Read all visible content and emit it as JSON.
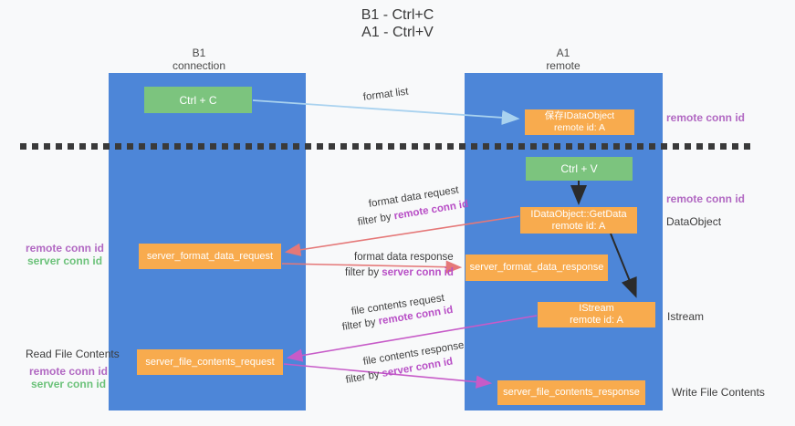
{
  "title": {
    "line1": "B1 - Ctrl+C",
    "line2": "A1 - Ctrl+V"
  },
  "lanes": {
    "left": {
      "name": "B1",
      "role": "connection"
    },
    "right": {
      "name": "A1",
      "role": "remote"
    }
  },
  "nodes": {
    "ctrl_c": {
      "label": "Ctrl + C"
    },
    "save_idataobject": {
      "line1": "保存IDataObject",
      "line2": "remote id: A"
    },
    "ctrl_v": {
      "label": "Ctrl + V"
    },
    "getdata": {
      "line1": "IDataObject::GetData",
      "line2": "remote id: A"
    },
    "server_format_data_request": {
      "label": "server_format_data_request"
    },
    "server_format_data_response": {
      "label": "server_format_data_response"
    },
    "istream": {
      "line1": "IStream",
      "line2": "remote id: A"
    },
    "server_file_contents_request": {
      "label": "server_file_contents_request"
    },
    "server_file_contents_response": {
      "label": "server_file_contents_response"
    }
  },
  "side_labels": {
    "right_remote_conn_id_1": "remote conn id",
    "right_remote_conn_id_2": "remote conn id",
    "dataobject": "DataObject",
    "istream": "Istream",
    "write_file_contents": "Write File Contents",
    "left_remote_conn_id_1": "remote conn id",
    "left_server_conn_id_1": "server conn id",
    "read_file_contents": "Read File Contents",
    "left_remote_conn_id_2": "remote conn id",
    "left_server_conn_id_2": "server conn id"
  },
  "flow_labels": {
    "format_list": "format list",
    "format_data_request": "format data request",
    "format_data_response": "format data response",
    "file_contents_request": "file contents request",
    "file_contents_response": "file contents response",
    "filter_by": "filter by ",
    "remote_conn_id": "remote conn id",
    "server_conn_id": "server conn id"
  },
  "colors": {
    "lane_blue": "#4d86d8",
    "node_orange": "#f8ab4e",
    "node_green": "#7cc47e",
    "purple_text": "#b168c2",
    "green_text": "#6cc27a",
    "magenta_text": "#b84fc6",
    "arrow_blue": "#a9d2ef",
    "arrow_black": "#2b2b2b",
    "arrow_red": "#e57878",
    "arrow_magenta": "#c75bc8"
  }
}
